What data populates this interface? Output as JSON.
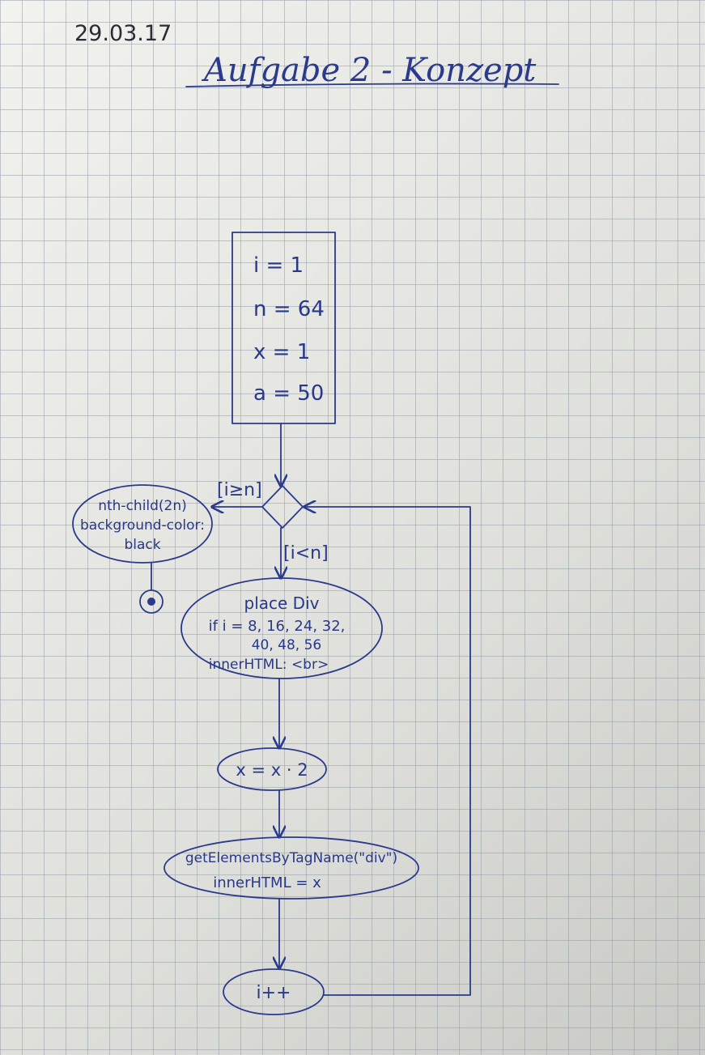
{
  "date": "29.03.17",
  "title": "Aufgabe 2 - Konzept",
  "init_box": {
    "lines": [
      "i = 1",
      "n = 64",
      "x = 1",
      "a = 50"
    ]
  },
  "guards": {
    "exit": "[i≥n]",
    "loop": "[i<n]"
  },
  "final_action": {
    "lines": [
      "nth-child(2n)",
      "background-color:",
      "black"
    ]
  },
  "place_div": {
    "lines": [
      "place Div",
      "if i = 8, 16, 24, 32,",
      "40, 48, 56",
      "innerHTML: <br>"
    ]
  },
  "double_x": {
    "label": "x = x · 2"
  },
  "get_elements": {
    "lines": [
      "getElementsByTagName(\"div\")",
      "innerHTML = x"
    ]
  },
  "increment": {
    "label": "i++"
  },
  "colors": {
    "ink": "#2a3a8c",
    "grid": "#969eaa",
    "paper": "#e9eae6"
  }
}
